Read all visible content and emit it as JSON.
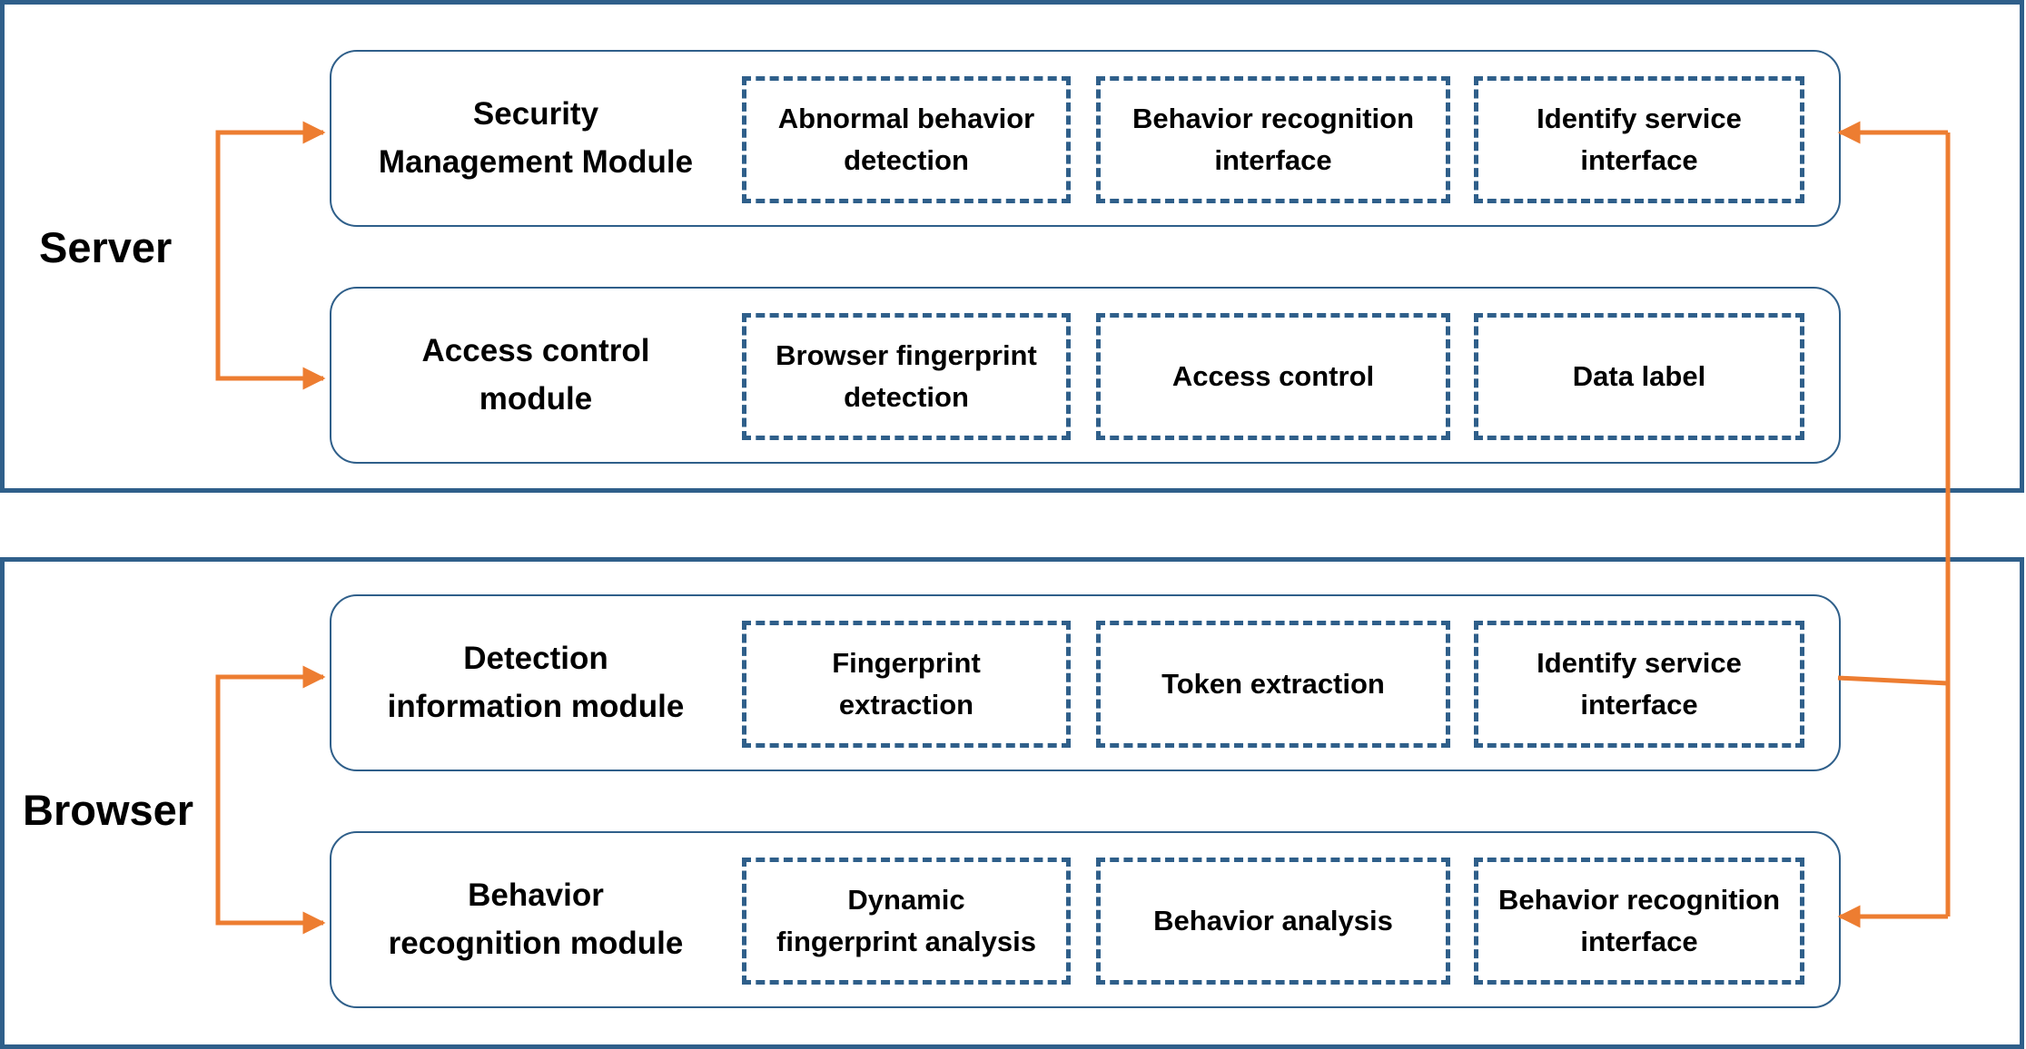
{
  "colors": {
    "frame": "#2f5f8a",
    "arrow": "#ed7d31",
    "text": "#000000"
  },
  "regions": {
    "server": {
      "label": "Server",
      "modules": [
        {
          "title": "Security\nManagement Module",
          "items": [
            "Abnormal behavior\ndetection",
            "Behavior recognition\ninterface",
            "Identify service\ninterface"
          ]
        },
        {
          "title": "Access control\nmodule",
          "items": [
            "Browser fingerprint\ndetection",
            "Access control",
            "Data label"
          ]
        }
      ]
    },
    "browser": {
      "label": "Browser",
      "modules": [
        {
          "title": "Detection\ninformation module",
          "items": [
            "Fingerprint\nextraction",
            "Token extraction",
            "Identify service\ninterface"
          ]
        },
        {
          "title": "Behavior\nrecognition module",
          "items": [
            "Dynamic\nfingerprint analysis",
            "Behavior analysis",
            "Behavior recognition\ninterface"
          ]
        }
      ]
    }
  }
}
